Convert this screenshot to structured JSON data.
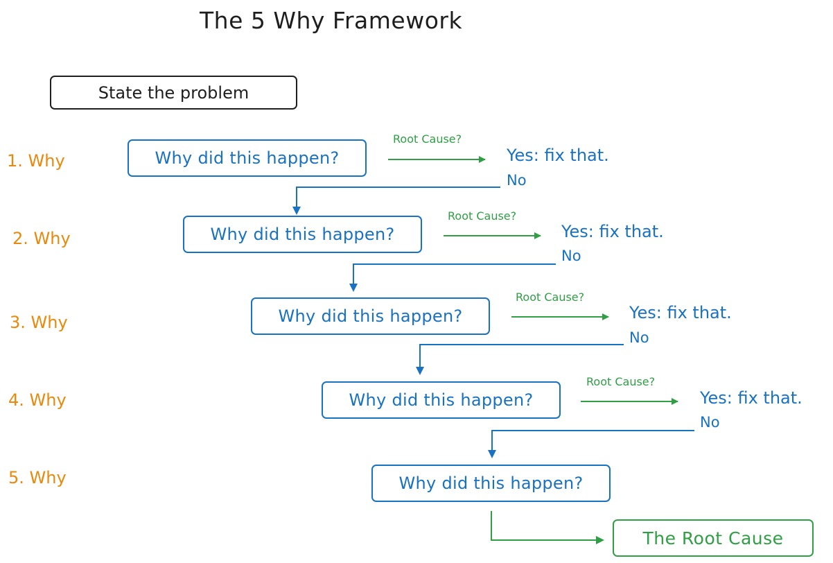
{
  "title": "The 5 Why Framework",
  "problem": "State the problem",
  "levels": [
    {
      "why_label": "1. Why",
      "question": "Why did this happen?",
      "root_cause_q": "Root Cause?",
      "yes": "Yes: fix that.",
      "no": "No"
    },
    {
      "why_label": "2. Why",
      "question": "Why did this happen?",
      "root_cause_q": "Root Cause?",
      "yes": "Yes: fix that.",
      "no": "No"
    },
    {
      "why_label": "3. Why",
      "question": "Why did this happen?",
      "root_cause_q": "Root Cause?",
      "yes": "Yes: fix that.",
      "no": "No"
    },
    {
      "why_label": "4. Why",
      "question": "Why did this happen?",
      "root_cause_q": "Root Cause?",
      "yes": "Yes: fix that.",
      "no": "No"
    },
    {
      "why_label": "5. Why",
      "question": "Why did this happen?"
    }
  ],
  "root_cause": "The Root Cause",
  "colors": {
    "ink": "#1e1e1e",
    "blue": "#1971c2",
    "green": "#2f9e44",
    "orange": "#e8890c"
  }
}
